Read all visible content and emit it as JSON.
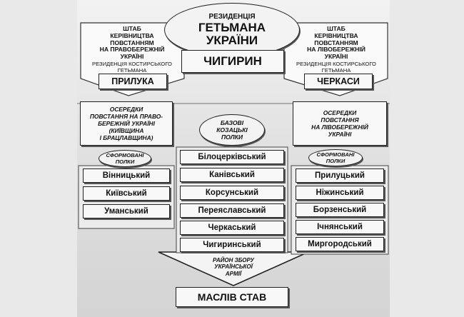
{
  "residence": {
    "label": "РЕЗИДЕНЦІЯ",
    "title_line1": "ГЕТЬМАНА",
    "title_line2": "УКРАЇНИ",
    "city": "ЧИГИРИН"
  },
  "left_hq": {
    "lines": [
      "ШТАБ",
      "КЕРІВНИЦТВА",
      "ПОВСТАННЯМ",
      "НА ПРАВОБЕРЕЖНІЙ",
      "УКРАЇНІ"
    ],
    "sub_lines": [
      "РЕЗИДЕНЦІЯ КОСТИРСЬКОГО",
      "ГЕТЬМАНА"
    ],
    "city": "ПРИЛУКА"
  },
  "right_hq": {
    "lines": [
      "ШТАБ",
      "КЕРІВНИЦТВА",
      "ПОВСТАННЯМ",
      "НА ЛІВОБЕРЕЖНІЙ",
      "УКРАЇНІ"
    ],
    "sub_lines": [
      "РЕЗИДЕНЦІЯ КОСТИРСЬКОГО",
      "ГЕТЬМАНА"
    ],
    "city": "ЧЕРКАСИ"
  },
  "left_centers": {
    "lines": [
      "ОСЕРЕДКИ",
      "ПОВСТАННЯ НА ПРАВО-",
      "БЕРЕЖНІЙ УКРАЇНІ",
      "(КИЇВЩИНА",
      "І БРАЦЛАВЩИНА)"
    ],
    "badge_line1": "СФОРМОВАНІ",
    "badge_line2": "ПОЛКИ",
    "regiments": [
      "Вінницький",
      "Київський",
      "Уманський"
    ]
  },
  "right_centers": {
    "lines": [
      "ОСЕРЕДКИ",
      "ПОВСТАННЯ",
      "НА ЛІВОБЕРЕЖНІЙ",
      "УКРАЇНІ"
    ],
    "badge_line1": "СФОРМОВАНІ",
    "badge_line2": "ПОЛКИ",
    "regiments": [
      "Прилуцький",
      "Ніжинський",
      "Борзенський",
      "Ічнянський",
      "Миргородський"
    ]
  },
  "center": {
    "badge_lines": [
      "БАЗОВІ",
      "КОЗАЦЬКІ",
      "ПОЛКИ"
    ],
    "regiments": [
      "Білоцерківський",
      "Канівський",
      "Корсунський",
      "Переяславський",
      "Черкаський",
      "Чигиринський"
    ]
  },
  "assembly": {
    "lines": [
      "РАЙОН ЗБОРУ",
      "УКРАЇНСЬКОЇ",
      "АРМІЇ"
    ],
    "place": "МАСЛІВ СТАВ"
  }
}
